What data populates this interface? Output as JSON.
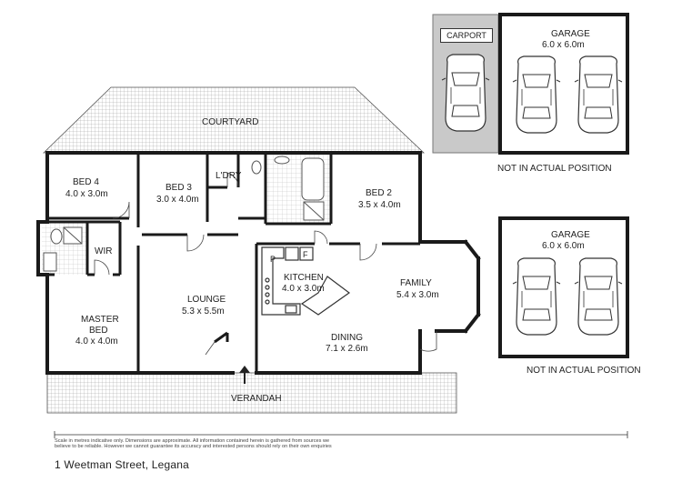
{
  "address": "1 Weetman Street, Legana",
  "disclaimer": {
    "line1": "Scale in metres indicative only. Dimensions are approximate. All information contained herein is gathered from sources we",
    "line2": "believe to be reliable. However we cannot guarantee its accuracy and interested persons should rely on their own enquiries"
  },
  "outdoor": {
    "courtyard": "COURTYARD",
    "verandah": "VERANDAH"
  },
  "rooms": {
    "bed4": {
      "name": "BED 4",
      "size": "4.0 x 3.0m"
    },
    "bed3": {
      "name": "BED 3",
      "size": "3.0 x 4.0m"
    },
    "laundry": {
      "name": "L'DRY"
    },
    "bed2": {
      "name": "BED 2",
      "size": "3.5 x 4.0m"
    },
    "wir": {
      "name": "WIR"
    },
    "master": {
      "name1": "MASTER",
      "name2": "BED",
      "size": "4.0 x 4.0m"
    },
    "lounge": {
      "name": "LOUNGE",
      "size": "5.3 x 5.5m"
    },
    "kitchen": {
      "name": "KITCHEN",
      "size": "4.0 x 3.0m",
      "pantry": "P",
      "fridge": "F"
    },
    "family": {
      "name": "FAMILY",
      "size": "5.4 x 3.0m"
    },
    "dining": {
      "name": "DINING",
      "size": "7.1 x 2.6m"
    }
  },
  "outbuildings": {
    "carport": {
      "name": "CARPORT"
    },
    "garage_top": {
      "name": "GARAGE",
      "size": "6.0 x 6.0m",
      "note": "NOT IN ACTUAL POSITION"
    },
    "garage_bottom": {
      "name": "GARAGE",
      "size": "6.0 x 6.0m",
      "note": "NOT IN ACTUAL POSITION"
    }
  },
  "colors": {
    "wall": "#1a1a1a",
    "hatch": "#8a8a8a",
    "carport_fill": "#c9c9c9",
    "fixture": "#555555"
  },
  "icons": [
    "car-icon",
    "entry-arrow-icon",
    "bath-icon",
    "toilet-icon",
    "sink-icon",
    "stove-icon"
  ]
}
